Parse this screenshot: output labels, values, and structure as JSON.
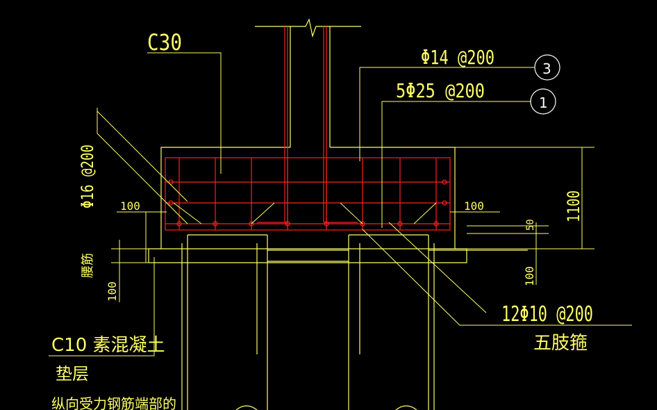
{
  "drawing": {
    "concrete_grade": "C30",
    "top_bar_spec": "Φ14 @200",
    "top_bar_mark": "3",
    "bottom_bar_spec": "5Φ25 @200",
    "bottom_bar_mark": "1",
    "side_bar_spec": "Φ16 @200",
    "dim_cover_left": "100",
    "dim_cover_right": "100",
    "dim_height": "1100",
    "dim_50": "50",
    "dim_100_lower_right": "100",
    "dim_100_lower_left": "100",
    "label_waist_bar": "腰筋",
    "stirrup_spec": "12Φ10 @200",
    "stirrup_type": "五肢箍",
    "bedding_grade": "C10 素混凝土",
    "bedding_label": "垫层",
    "note_text": "纵向受力钢筋端部的"
  },
  "colors": {
    "background": "#000000",
    "outline": "#ffff66",
    "rebar": "#ff2020",
    "marker_circle": "#ffffff"
  }
}
